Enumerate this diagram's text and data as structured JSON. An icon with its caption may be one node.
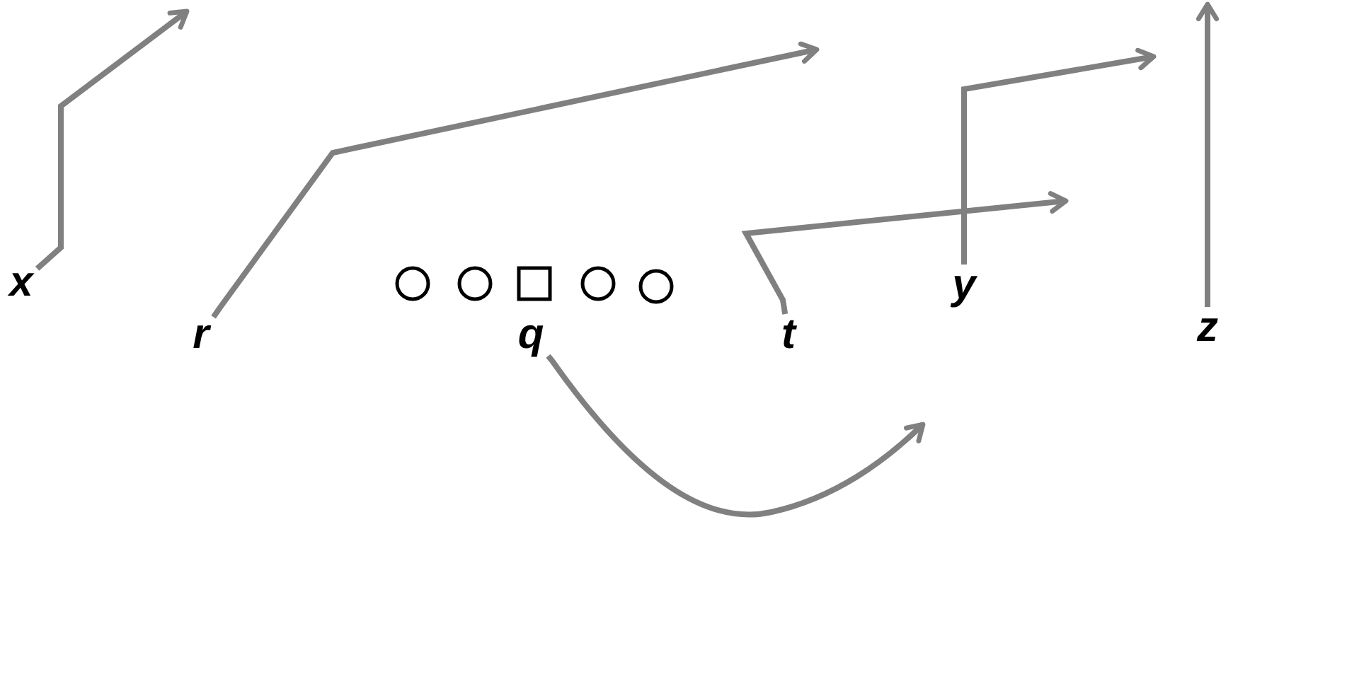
{
  "diagram": {
    "nodes": [
      {
        "text": [
          "x"
        ]
      },
      {
        "text": [
          "r"
        ]
      },
      {
        "text": [],
        "shape": "circle"
      },
      {
        "text": [],
        "shape": "circle"
      },
      {
        "text": [],
        "shape": "box"
      },
      {
        "text": [],
        "shape": "circle"
      },
      {
        "text": [],
        "shape": "circle"
      },
      {
        "text": [
          "q"
        ]
      },
      {
        "text": [
          "t"
        ]
      },
      {
        "text": [
          "y"
        ]
      },
      {
        "text": [
          "z"
        ]
      }
    ],
    "edges": [
      {
        "from": 0,
        "to": null,
        "arrow": "to"
      },
      {
        "from": 1,
        "to": null,
        "arrow": "to"
      },
      {
        "from": 7,
        "to": null,
        "arrow": "to"
      },
      {
        "from": 8,
        "to": null,
        "arrow": "to"
      },
      {
        "from": 9,
        "to": null,
        "arrow": "to"
      },
      {
        "from": 10,
        "to": null,
        "arrow": "to"
      }
    ]
  }
}
